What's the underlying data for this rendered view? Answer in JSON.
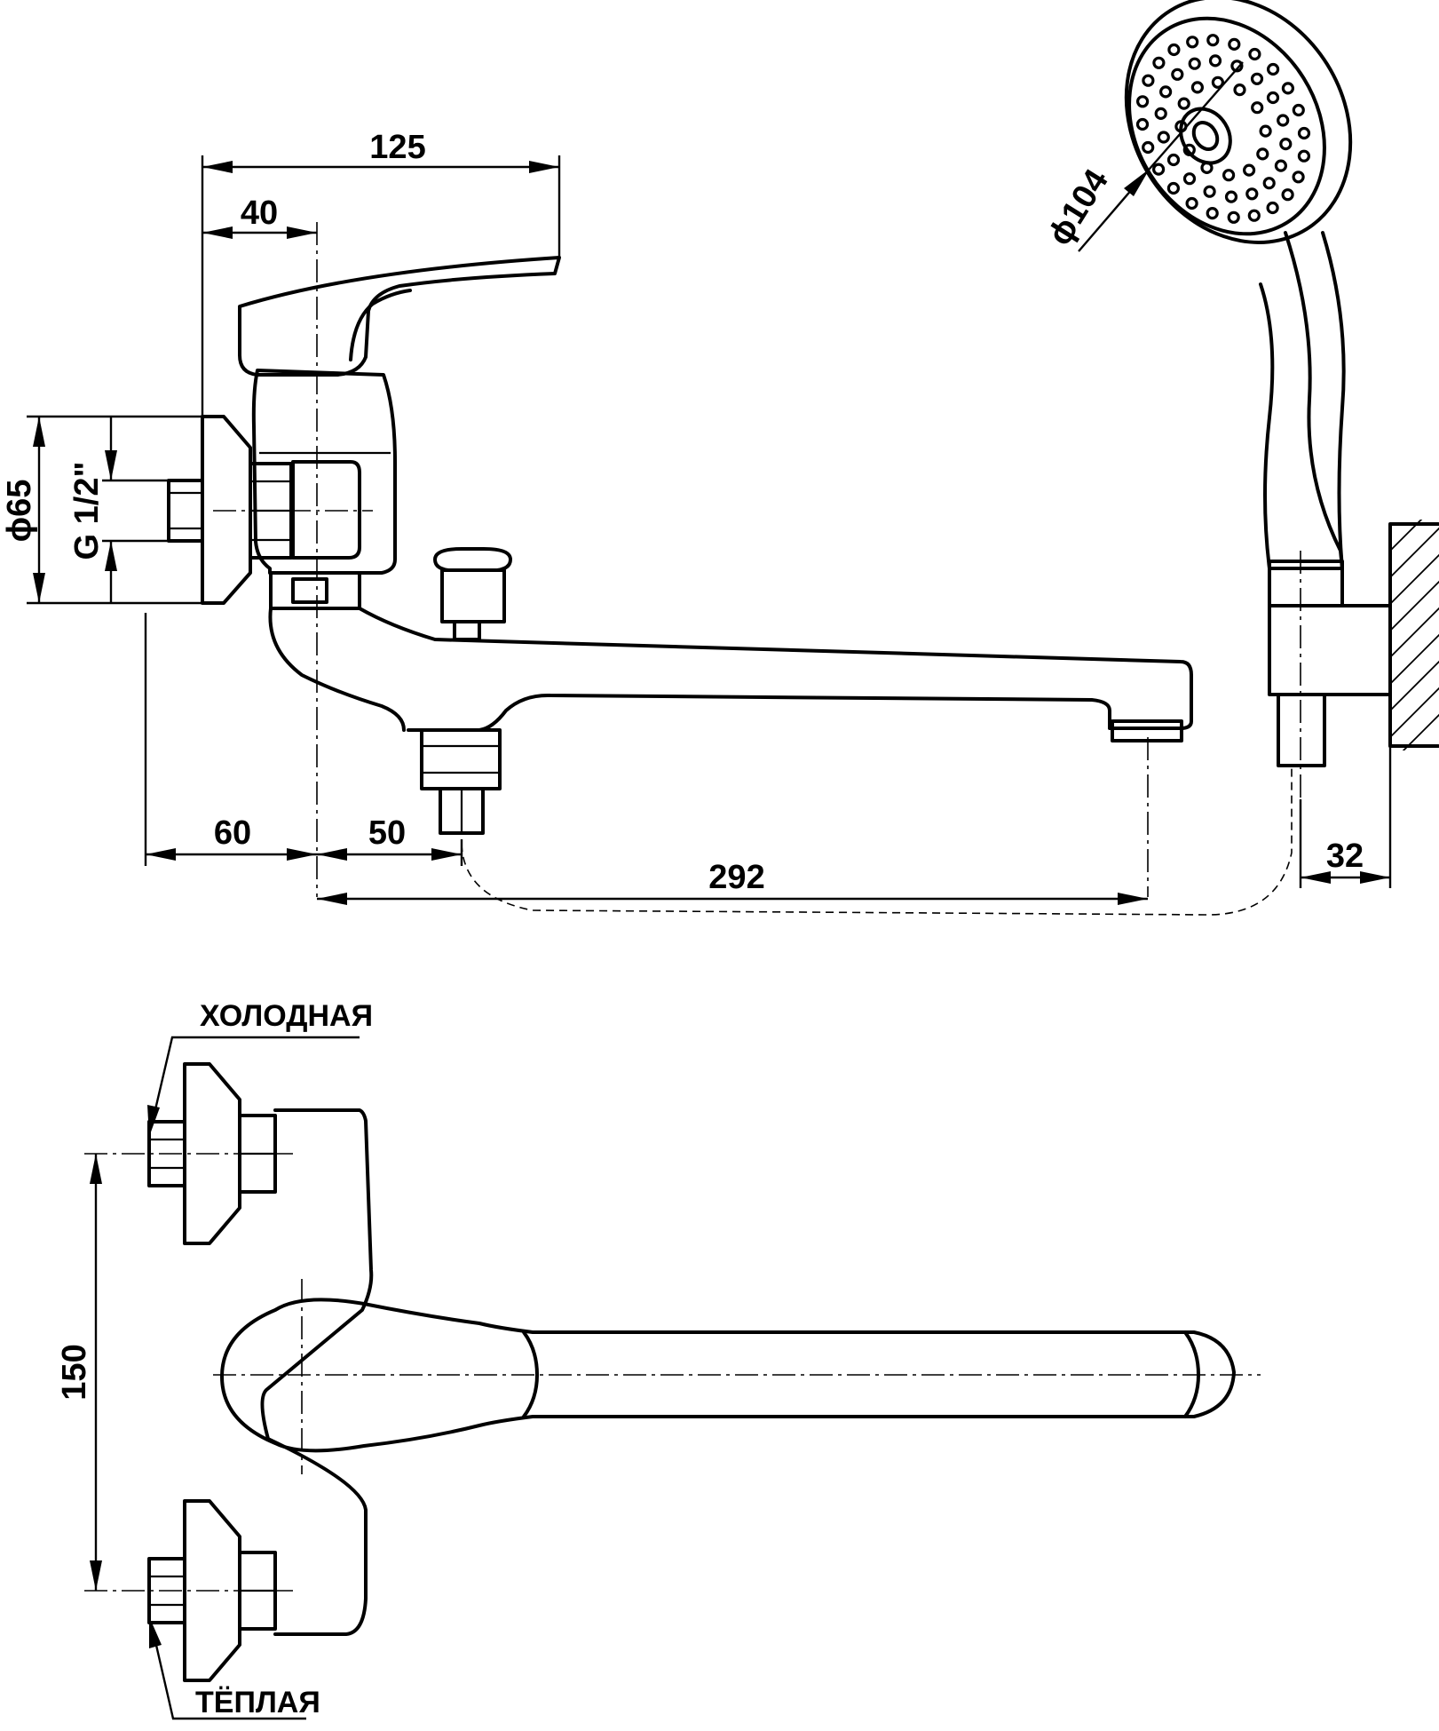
{
  "dimensions": {
    "d125": "125",
    "d40": "40",
    "d65": "ϕ65",
    "thread": "G 1/2\"",
    "d60": "60",
    "d50": "50",
    "d292": "292",
    "d104": "ϕ104",
    "d32": "32",
    "d150": "150"
  },
  "labels": {
    "cold": "ХОЛОДНАЯ",
    "warm": "ТЁПЛАЯ"
  }
}
